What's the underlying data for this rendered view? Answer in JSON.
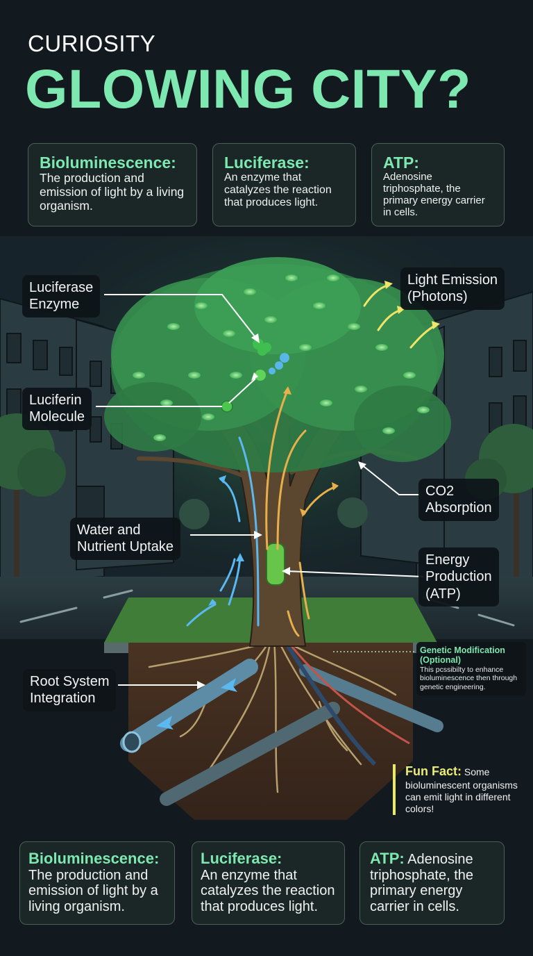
{
  "header": {
    "kicker": "CURIOSITY",
    "title": "GLOWING CITY?"
  },
  "colors": {
    "background": "#121a1f",
    "accent_green": "#7de8b0",
    "fun_fact_yellow": "#ecec78",
    "water_blue": "#5bb8f0",
    "energy_orange": "#e8b04a"
  },
  "top_definitions": [
    {
      "term": "Bioluminescence:",
      "definition": "The production and emission of light by a living organism."
    },
    {
      "term": "Luciferase:",
      "definition": "An enzyme that catalyzes the reaction that produces light."
    },
    {
      "term": "ATP:",
      "definition": "Adenosine triphosphate, the primary energy carrier in cells."
    }
  ],
  "diagram_labels": {
    "luciferase_enzyme": "Luciferase\nEnzyme",
    "luciferin_molecule": "Luciferin\nMolecule",
    "light_emission": "Light Emission\n(Photons)",
    "co2_absorption": "CO2\nAbsorption",
    "water_nutrient": "Water and\nNutrient Uptake",
    "energy_production": "Energy\nProduction\n(ATP)",
    "root_system": "Root System\nIntegration"
  },
  "genetic_modification": {
    "title": "Genetic Modification (Optional)",
    "body": "This pcssibilty to enhance bioluminescence then through genetic engineering."
  },
  "fun_fact": {
    "title": "Fun Fact:",
    "body": " Some bioluminescent organisms can emit light in different colors!"
  },
  "bottom_definitions": [
    {
      "term": "Bioluminescence:",
      "definition": "The production and emission of light by a living organism."
    },
    {
      "term": "Luciferase:",
      "definition": "An enzyme that catalyzes the reaction that produces light."
    },
    {
      "term": "ATP:",
      "definition": " Adenosine triphosphate, the primary energy carrier in cells."
    }
  ]
}
